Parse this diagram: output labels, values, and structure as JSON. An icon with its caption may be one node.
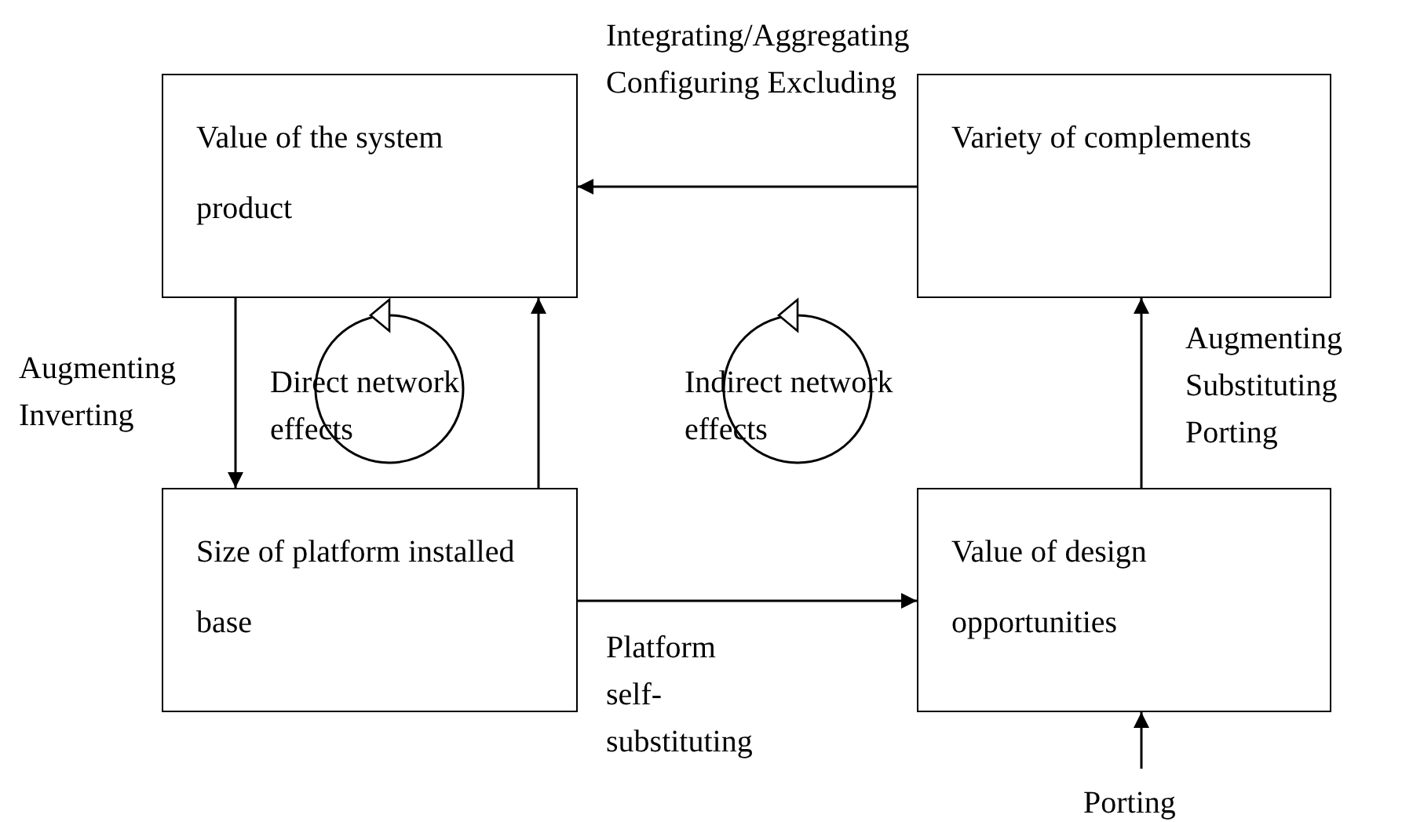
{
  "diagram": {
    "nodes": [
      {
        "text": [
          "Value of the system product"
        ]
      },
      {
        "text": [
          "Variety of complements"
        ]
      },
      {
        "text": [
          "Size of platform installed base"
        ]
      },
      {
        "text": [
          "Value of design opportunities"
        ]
      }
    ],
    "edges": [
      {
        "from": 1,
        "to": 0,
        "arrow": "to",
        "label": "Integrating/Aggregating Configuring Excluding"
      },
      {
        "from": 0,
        "to": 2,
        "arrow": "to",
        "label": "Augmenting Inverting"
      },
      {
        "from": 2,
        "to": 0,
        "arrow": "to"
      },
      {
        "from": 2,
        "to": 3,
        "arrow": "to",
        "label": "Platform self-substituting"
      },
      {
        "from": 3,
        "to": 1,
        "arrow": "to",
        "label": "Augmenting Substituting Porting"
      },
      {
        "from": null,
        "to": 3,
        "arrow": "to",
        "label": "Porting"
      }
    ],
    "labels": [
      "Direct network effects",
      "Indirect network effects"
    ]
  }
}
